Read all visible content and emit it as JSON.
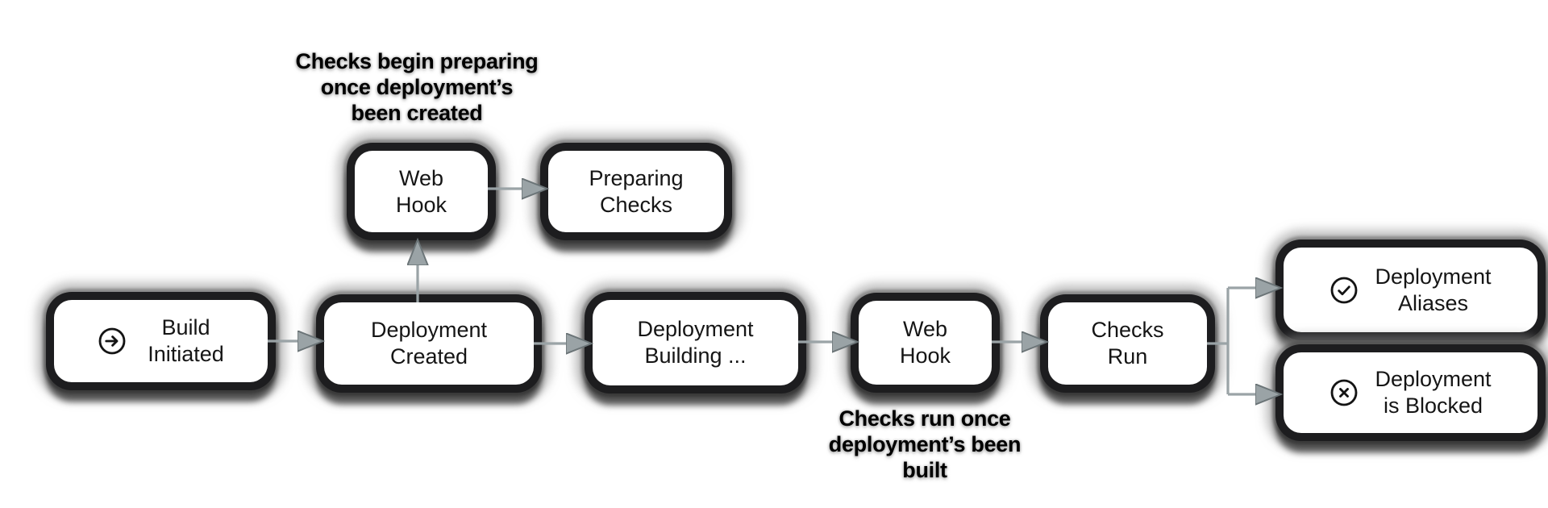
{
  "diagram": {
    "type": "flowchart",
    "colors": {
      "background": "#ffffff",
      "node_fill": "#ffffff",
      "node_ring": "#1d1d1f",
      "node_halo": "#8c8c8c",
      "node_text": "#151515",
      "connector": "#9aa3a6",
      "annotation_text": "#000000"
    },
    "nodes": {
      "build_initiated": {
        "label": "Build\nInitiated",
        "icon": "arrow-right-circle"
      },
      "web_hook_top": {
        "label": "Web\nHook"
      },
      "preparing_checks": {
        "label": "Preparing\nChecks"
      },
      "deployment_created": {
        "label": "Deployment\nCreated"
      },
      "deployment_building": {
        "label": "Deployment\nBuilding ..."
      },
      "web_hook_bottom": {
        "label": "Web\nHook"
      },
      "checks_run": {
        "label": "Checks\nRun"
      },
      "deployment_aliases": {
        "label": "Deployment\nAliases",
        "icon": "check-circle"
      },
      "deployment_blocked": {
        "label": "Deployment\nis Blocked",
        "icon": "x-circle"
      }
    },
    "edges": [
      {
        "from": "build_initiated",
        "to": "deployment_created"
      },
      {
        "from": "deployment_created",
        "to": "web_hook_top"
      },
      {
        "from": "web_hook_top",
        "to": "preparing_checks"
      },
      {
        "from": "deployment_created",
        "to": "deployment_building"
      },
      {
        "from": "deployment_building",
        "to": "web_hook_bottom"
      },
      {
        "from": "web_hook_bottom",
        "to": "checks_run"
      },
      {
        "from": "checks_run",
        "to": "deployment_aliases"
      },
      {
        "from": "checks_run",
        "to": "deployment_blocked"
      }
    ],
    "annotations": {
      "top": "Checks begin preparing\nonce deployment’s\nbeen created",
      "bottom": "Checks run once\ndeployment’s been\nbuilt"
    }
  }
}
